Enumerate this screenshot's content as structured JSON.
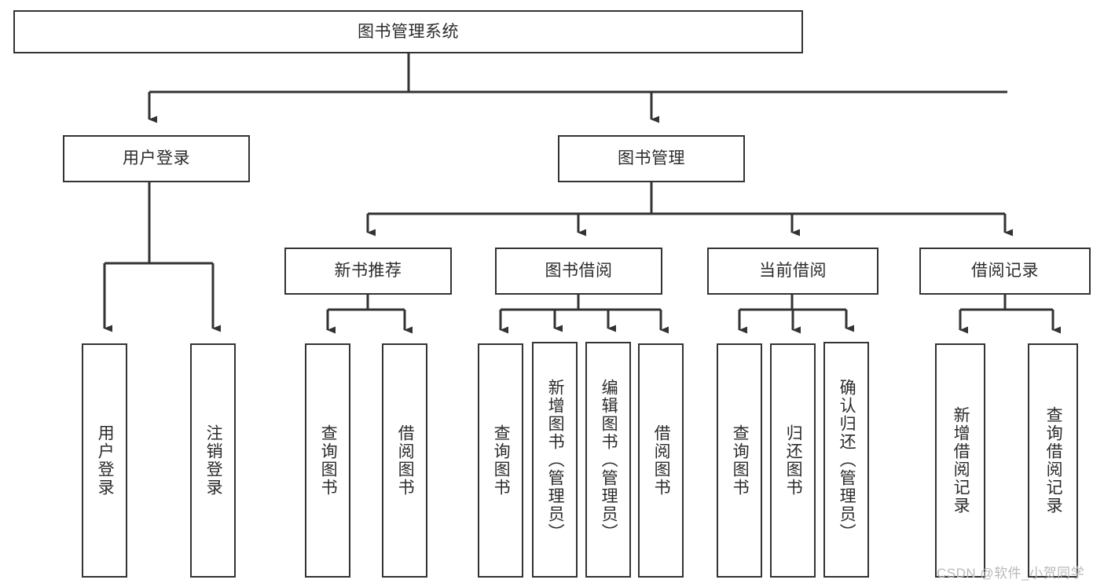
{
  "diagram": {
    "title": "图书管理系统",
    "type": "tree-hierarchy",
    "colors": {
      "node_border": "#333333",
      "node_fill": "#ffffff",
      "edge": "#333333",
      "text": "#2b2b2b",
      "watermark": "#b9b9b9",
      "background": "#ffffff"
    },
    "watermark": "CSDN @软件_小贺同学",
    "levels": {
      "root": {
        "label": "图书管理系统"
      },
      "level2": [
        {
          "label": "用户登录"
        },
        {
          "label": "图书管理"
        }
      ],
      "level3": [
        {
          "label": "新书推荐"
        },
        {
          "label": "图书借阅"
        },
        {
          "label": "当前借阅"
        },
        {
          "label": "借阅记录"
        }
      ],
      "leaves": {
        "user_login": [
          {
            "label": "用户登录"
          },
          {
            "label": "注销登录"
          }
        ],
        "new_book_recommend": [
          {
            "label": "查询图书"
          },
          {
            "label": "借阅图书"
          }
        ],
        "book_borrow": [
          {
            "label": "查询图书"
          },
          {
            "label": "新增图书（管理员）"
          },
          {
            "label": "编辑图书（管理员）"
          },
          {
            "label": "借阅图书"
          }
        ],
        "current_borrow": [
          {
            "label": "查询图书"
          },
          {
            "label": "归还图书"
          },
          {
            "label": "确认归还（管理员）"
          }
        ],
        "borrow_record": [
          {
            "label": "新增借阅记录"
          },
          {
            "label": "查询借阅记录"
          }
        ]
      }
    }
  }
}
